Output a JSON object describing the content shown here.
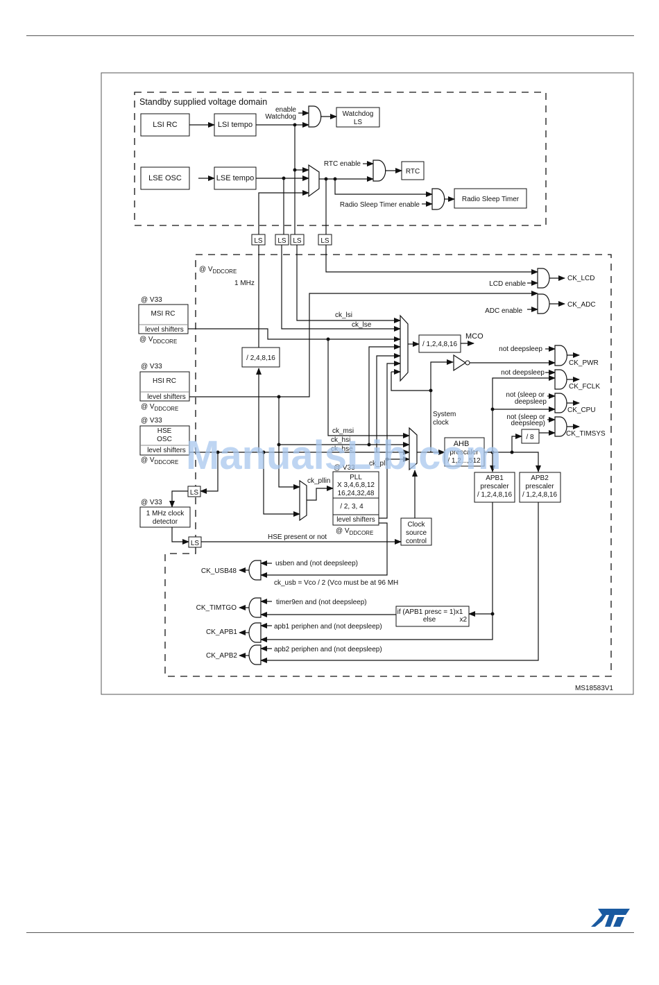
{
  "page": {
    "figure_id": "MS18583V1",
    "watermark": "ManualsLib.com",
    "logo": "st-logo"
  },
  "standby_domain": {
    "title": "Standby supplied voltage domain",
    "blocks": {
      "lsi_rc": "LSI RC",
      "lsi_tempo": "LSI tempo",
      "lse_osc": "LSE OSC",
      "lse_tempo": "LSE tempo",
      "watchdog_line1": "Watchdog",
      "watchdog_line2": "LS",
      "rtc": "RTC",
      "radio_sleep_timer": "Radio Sleep Timer"
    },
    "labels": {
      "enable": "enable",
      "watchdog": "Watchdog",
      "rtc_enable": "RTC enable",
      "radio_sleep_timer_enable": "Radio Sleep Timer enable"
    }
  },
  "level_shift_label": "LS",
  "core_domain": {
    "vddcore_prefix": "@ V",
    "vddcore_sub": "DDCORE",
    "v33": "@ V33",
    "one_mhz": "1 MHz",
    "msi_rc": "MSI RC",
    "hsi_rc": "HSI RC",
    "hse_osc_line1": "HSE",
    "hse_osc_line2": "OSC",
    "level_shifters": "level shifters",
    "divider_2_16": "/ 2,4,8,16",
    "clock_detector_line1": "1 MHz clock",
    "clock_detector_line2": "detector",
    "hse_present": "HSE present or not",
    "pll": {
      "title": "PLL",
      "mult_line1": "X 3,4,6,8,12",
      "mult_line2": "16,24,32,48",
      "div": "/ 2, 3, 4",
      "shifters": "level shifters",
      "v33": "@ V33"
    },
    "signals": {
      "ck_lsi": "ck_lsi",
      "ck_lse": "ck_lse",
      "ck_msi": "ck_msi",
      "ck_hsi": "ck_hsi",
      "ck_hse": "ck_hse",
      "ck_pll": "ck_pll",
      "ck_pllin": "ck_pllin"
    },
    "mco_divider": "/ 1,2,4,8,16",
    "mco": "MCO",
    "system_clock_line1": "System",
    "system_clock_line2": "clock",
    "clock_source_control": [
      "Clock",
      "source",
      "control"
    ],
    "ahb_title": "AHB",
    "ahb_line2": "prescaler",
    "ahb_line3": "/ 1,2,..,512",
    "apb1": [
      "APB1",
      "prescaler",
      "/ 1,2,4,8,16"
    ],
    "apb2": [
      "APB2",
      "prescaler",
      "/ 1,2,4,8,16"
    ],
    "div8": "/ 8",
    "timer_mult_line1": "if (APB1 presc = 1)x1",
    "timer_mult_line2_left": "else",
    "timer_mult_line2_right": "x2"
  },
  "outputs": {
    "ck_lcd": "CK_LCD",
    "lcd_enable": "LCD enable",
    "ck_adc": "CK_ADC",
    "adc_enable": "ADC enable",
    "ck_pwr": "CK_PWR",
    "ck_fclk": "CK_FCLK",
    "ck_cpu": "CK_CPU",
    "ck_timsys": "CK_TIMSYS",
    "not_deepsleep": "not deepsleep",
    "not_sleep_or": "not (sleep or",
    "deepsleep_a": "deepsleep",
    "deepsleep_b": "deepsleep)",
    "ck_usb48": "CK_USB48",
    "usben": "usben and (not deepsleep)",
    "ck_usb_note": "ck_usb = Vco / 2 (Vco must be at 96 MH",
    "ck_timtgo": "CK_TIMTGO",
    "timer9en": "timer9en and (not deepsleep)",
    "ck_apb1": "CK_APB1",
    "apb1_periphen": "apb1 periphen and (not deepsleep)",
    "ck_apb2": "CK_APB2",
    "apb2_periphen": "apb2 periphen and (not deepsleep)"
  }
}
